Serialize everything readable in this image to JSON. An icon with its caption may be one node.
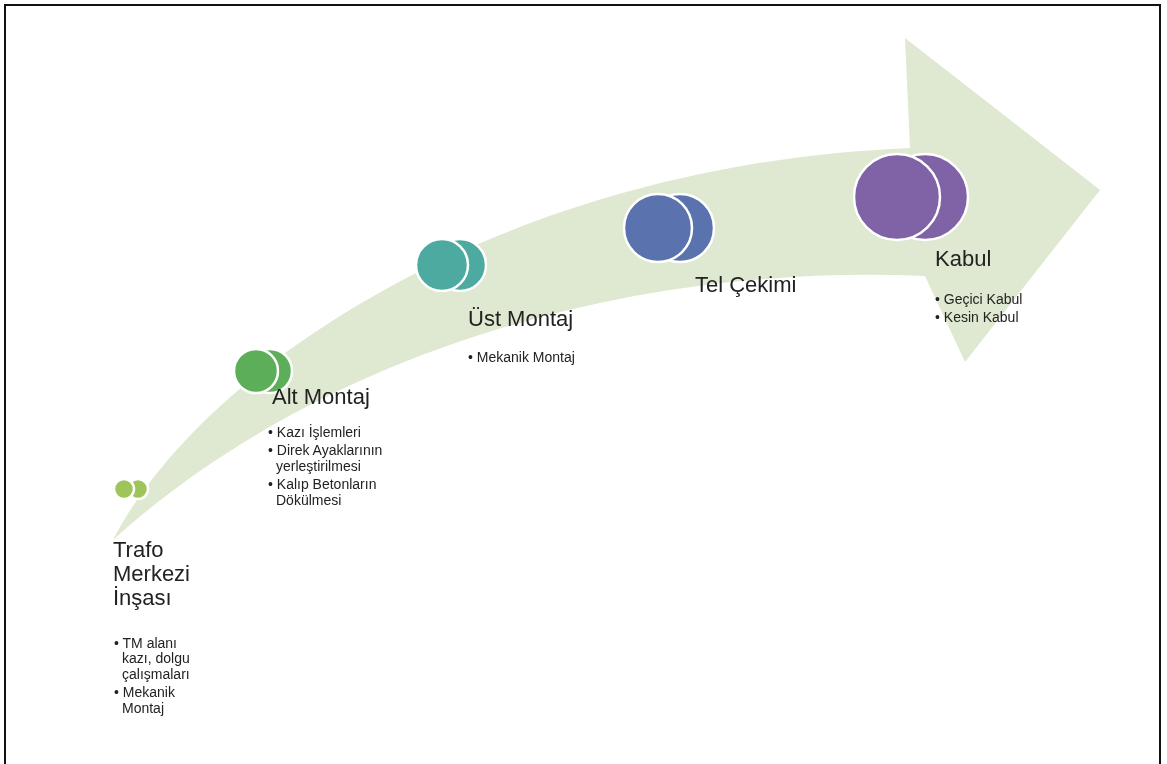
{
  "diagram": {
    "nodes": [
      {
        "text": [],
        "shape": "circle",
        "beside": [
          "Trafo Merkezi İnşası",
          "• TM alanı kazı, dolgu çalışmaları",
          "• Mekanik Montaj"
        ]
      },
      {
        "text": [],
        "shape": "circle",
        "beside": [
          "Alt Montaj",
          "• Kazı İşlemleri",
          "• Direk Ayaklarının yerleştirilmesi",
          "• Kalıp Betonların Dökülmesi"
        ]
      },
      {
        "text": [],
        "shape": "circle",
        "beside": [
          "Üst Montaj",
          "• Mekanik Montaj"
        ]
      },
      {
        "text": [],
        "shape": "circle",
        "beside": [
          "Tel Çekimi"
        ]
      },
      {
        "text": [],
        "shape": "circle",
        "beside": [
          "Kabul",
          "• Geçici Kabul",
          "• Kesin Kabul"
        ]
      }
    ],
    "edges": []
  }
}
